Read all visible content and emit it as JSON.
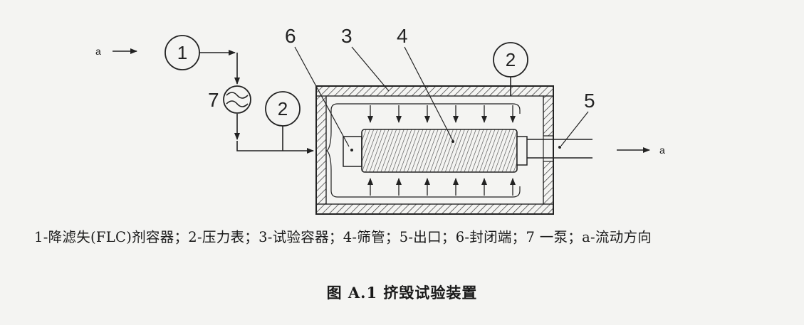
{
  "diagram": {
    "labels": {
      "flow_in": "a",
      "flow_out": "a",
      "n1": "1",
      "n2_top": "2",
      "n2_left": "2",
      "n3": "3",
      "n4": "4",
      "n5": "5",
      "n6": "6",
      "n7": "7"
    }
  },
  "legend": {
    "text": "1-降滤失(FLC)剂容器；2-压力表；3-试验容器；4-筛管；5-出口；6-封闭端；7 一泵；a-流动方向"
  },
  "caption": {
    "text": "图 A.1 挤毁试验装置"
  }
}
